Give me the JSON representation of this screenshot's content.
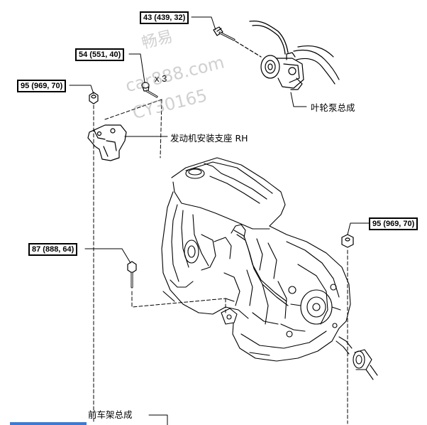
{
  "torque_labels": [
    {
      "id": "t43",
      "text": "43 (439, 32)"
    },
    {
      "id": "t54",
      "text": "54 (551, 40)"
    },
    {
      "id": "t95a",
      "text": "95 (969, 70)"
    },
    {
      "id": "t87",
      "text": "87 (888, 64)"
    },
    {
      "id": "t95b",
      "text": "95 (969, 70)"
    }
  ],
  "quantity": "x 3",
  "part_labels": {
    "impeller_pump": "叶轮泵总成",
    "engine_mount_bracket": "发动机安装支座 RH",
    "front_frame": "前车架总成"
  },
  "watermark": {
    "line1": "畅易",
    "line2": "car888.com",
    "line3": "CY30165"
  },
  "colors": {
    "ink": "#000000",
    "watermark": "#969696",
    "accent_bar": "#3a7bd5"
  }
}
